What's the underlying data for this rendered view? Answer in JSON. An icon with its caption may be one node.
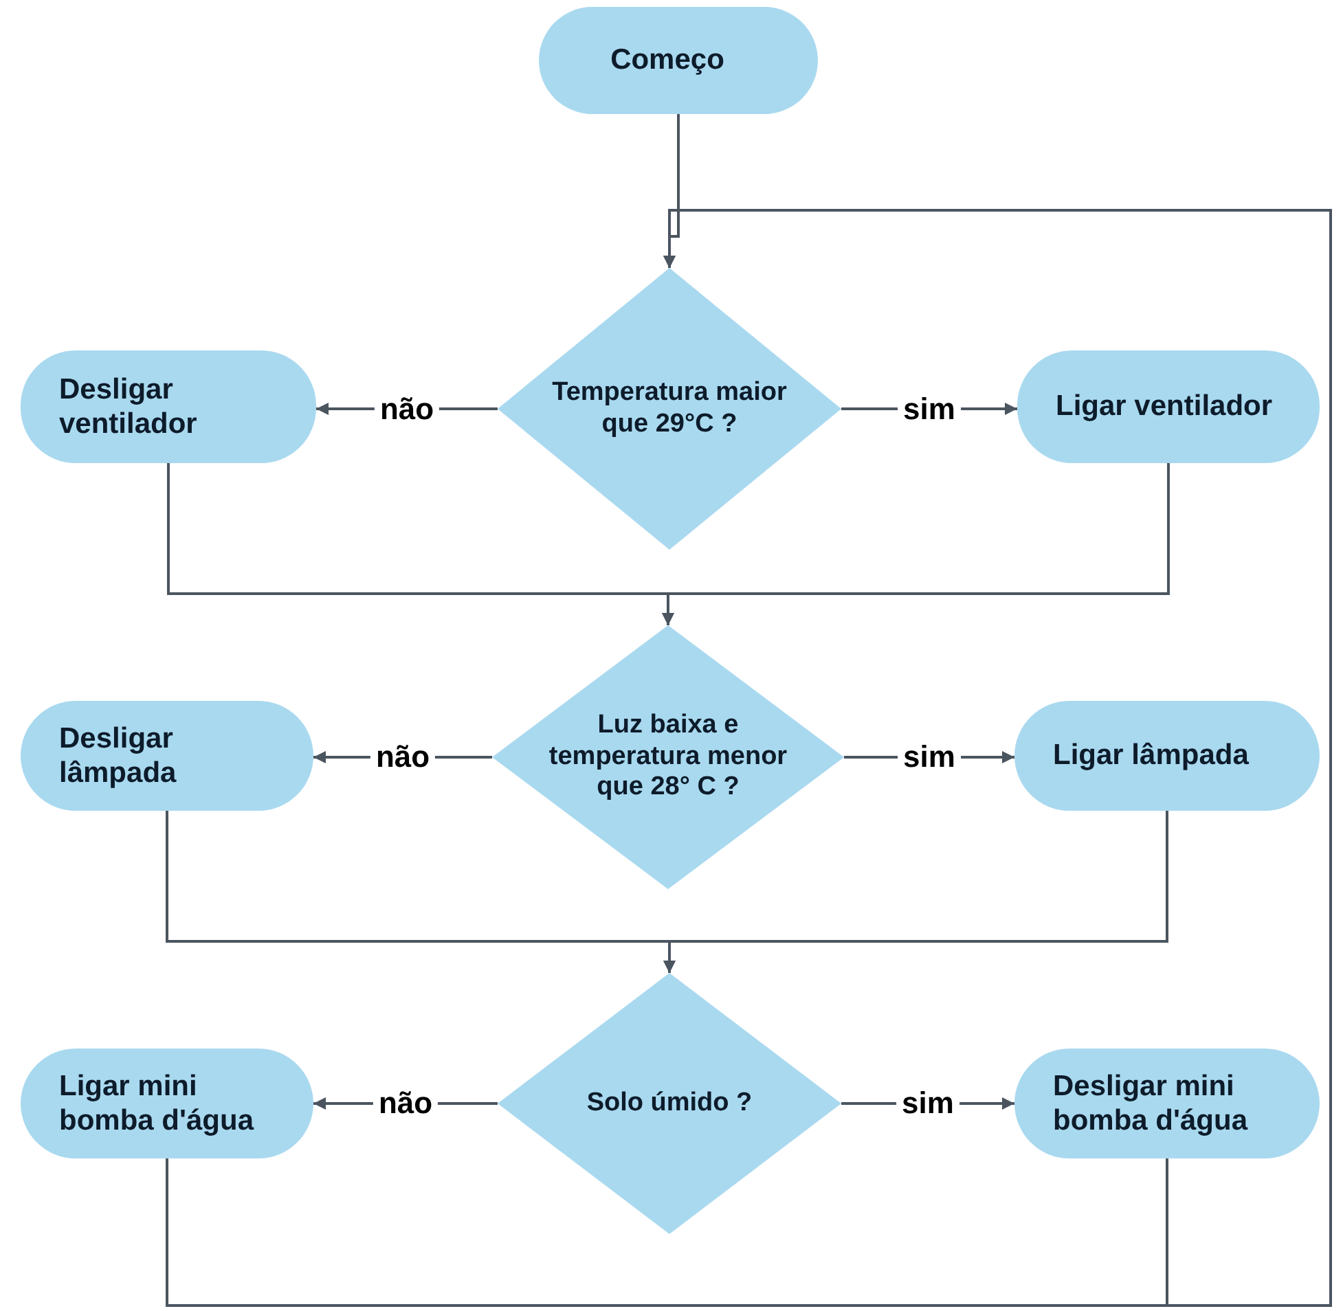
{
  "diagram": {
    "nodes": [
      {
        "text": [
          "Começo"
        ]
      },
      {
        "text": [
          "Temperatura maior que 29°C ?"
        ]
      },
      {
        "text": [
          "Desligar ventilador"
        ]
      },
      {
        "text": [
          "Ligar ventilador"
        ]
      },
      {
        "text": [
          "Luz baixa e temperatura menor que 28° C ?"
        ]
      },
      {
        "text": [
          "Desligar lâmpada"
        ]
      },
      {
        "text": [
          "Ligar lâmpada"
        ]
      },
      {
        "text": [
          "Solo úmido ?"
        ]
      },
      {
        "text": [
          "Ligar mini bomba d'água"
        ]
      },
      {
        "text": [
          "Desligar mini bomba d'água"
        ]
      }
    ],
    "edges": [
      {
        "from": 0,
        "to": 1,
        "arrow": "to"
      },
      {
        "from": 1,
        "to": 2,
        "arrow": "to",
        "label": "não"
      },
      {
        "from": 1,
        "to": 3,
        "arrow": "to",
        "label": "sim"
      },
      {
        "from": 2,
        "to": 4,
        "arrow": "to"
      },
      {
        "from": 3,
        "to": 4,
        "arrow": "to"
      },
      {
        "from": 4,
        "to": 5,
        "arrow": "to",
        "label": "não"
      },
      {
        "from": 4,
        "to": 6,
        "arrow": "to",
        "label": "sim"
      },
      {
        "from": 5,
        "to": 7,
        "arrow": "to"
      },
      {
        "from": 6,
        "to": 7,
        "arrow": "to"
      },
      {
        "from": 7,
        "to": 8,
        "arrow": "to",
        "label": "não"
      },
      {
        "from": 7,
        "to": 9,
        "arrow": "to",
        "label": "sim"
      },
      {
        "from": 8,
        "to": 1,
        "arrow": "to"
      },
      {
        "from": 9,
        "to": 1,
        "arrow": "to"
      }
    ]
  }
}
